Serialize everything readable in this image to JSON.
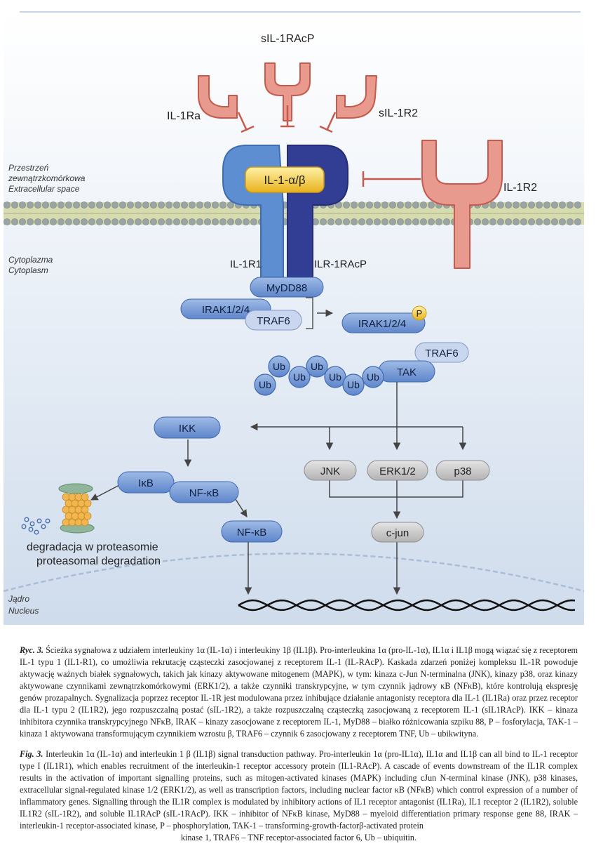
{
  "diagram": {
    "ligand": "IL-1-α/β",
    "inhibitors": {
      "il1ra": "IL-1Ra",
      "sil1racp": "sIL-1RAcP",
      "sil1r2": "sIL-1R2",
      "il1r2": "IL-1R2"
    },
    "receptor": {
      "il1r1": "IL-1R1",
      "il1racp": "ILR-1RAcP"
    },
    "compartments": {
      "extracellular_pl": "Przestrzeń",
      "extracellular_pl2": "zewnątrzkomórkowa",
      "extracellular_en": "Extracellular space",
      "cytoplasm_pl": "Cytoplazma",
      "cytoplasm_en": "Cytoplasm",
      "nucleus_pl": "Jądro",
      "nucleus_en": "Nucleus"
    },
    "nodes": {
      "myd88": "MyDD88",
      "irak_a": "IRAK1/2/4",
      "traf6_a": "TRAF6",
      "irak_b": "IRAK1/2/4",
      "phospho": "P",
      "traf6_b": "TRAF6",
      "tak": "TAK",
      "ub": "Ub",
      "ikk": "IKK",
      "ikb": "IκB",
      "nfkb_a": "NF-κB",
      "nfkb_b": "NF-κB",
      "jnk": "JNK",
      "erk": "ERK1/2",
      "p38": "p38",
      "cjun": "c-jun"
    },
    "degradation_pl": "degradacja w proteasomie",
    "degradation_en": "proteasomal degradation"
  },
  "caption_pl": {
    "label": "Ryc. 3.",
    "text": " Ścieżka sygnałowa z udziałem interleukiny 1α (IL-1α) i interleukiny 1β (IL1β). Pro-interleukina 1α (pro-IL-1α), IL1α i IL1β mogą wiązać się z receptorem IL-1 typu 1 (IL1-R1), co umożliwia rekrutację cząsteczki zasocjowanej z receptorem IL-1 (IL-RAcP). Kaskada zdarzeń poniżej kompleksu IL-1R powoduje aktywację ważnych białek sygnałowych, takich jak kinazy aktywowane mitogenem (MAPK), w tym: kinaza c-Jun N-terminalna (JNK), kinazy p38, oraz kinazy aktywowane czynnikami zewnątrzkomórkowymi (ERK1/2), a także czynniki transkrypcyjne, w tym czynnik jądrowy κB (NFκB), które kontrolują ekspresję genów prozapalnych. Sygnalizacja poprzez receptor IL-1R jest modulowana przez inhibujące działanie antagonisty receptora dla IL-1 (IL1Ra) oraz przez receptor dla IL-1 typu 2 (IL1R2), jego rozpuszczalną postać (sIL-1R2), a także rozpuszczalną cząsteczką zasocjowaną z receptorem IL-1 (sIL1RAcP). IKK – kinaza inhibitora czynnika transkrypcyjnego NFκB, IRAK – kinazy zasocjowane z receptorem IL-1, MyD88 – białko różnicowania szpiku 88, P – fosforylacja, TAK-1 – kinaza 1 aktywowana transformującym czynnikiem wzrostu β, TRAF6 – czynnik 6 zasocjowany z receptorem TNF, Ub – ubikwityna."
  },
  "caption_en": {
    "label": "Fig. 3.",
    "text": " Interleukin 1α (IL-1α) and interleukin 1 β (IL1β) signal transduction pathway. Pro-interleukin 1α (pro-IL1α), IL1α and IL1β can all bind to IL-1 receptor type I (IL1R1), which enables recruitment of the interleukin-1 receptor accessory protein (IL1-RAcP). A cascade of events downstream of the IL1R complex results in the activation of important signalling proteins, such as mitogen-activated kinases (MAPK) including cJun N-terminal kinase (JNK), p38 kinases, extracellular signal-regulated kinase 1/2 (ERK1/2), as well as transcription factors, including nuclear factor κB (NFκB) which control expression of a number of inflammatory genes. Signalling through the IL1R complex is modulated by inhibitory actions of IL1 receptor antagonist (IL1Ra), IL1 receptor 2 (IL1R2), soluble IL1R2 (sIL-1R2), and soluble IL1RAcP (sIL-1RAcP). IKK – inhibitor of NFκB kinase, MyD88 – myeloid differentiation primary response gene 88, IRAK – interleukin-1 receptor-associated kinase, P – phosphorylation, TAK-1 – transforming-growth-factorβ-activated protein",
    "tail": "kinase 1, TRAF6 – TNF receptor-associated factor 6, Ub – ubiquitin."
  }
}
